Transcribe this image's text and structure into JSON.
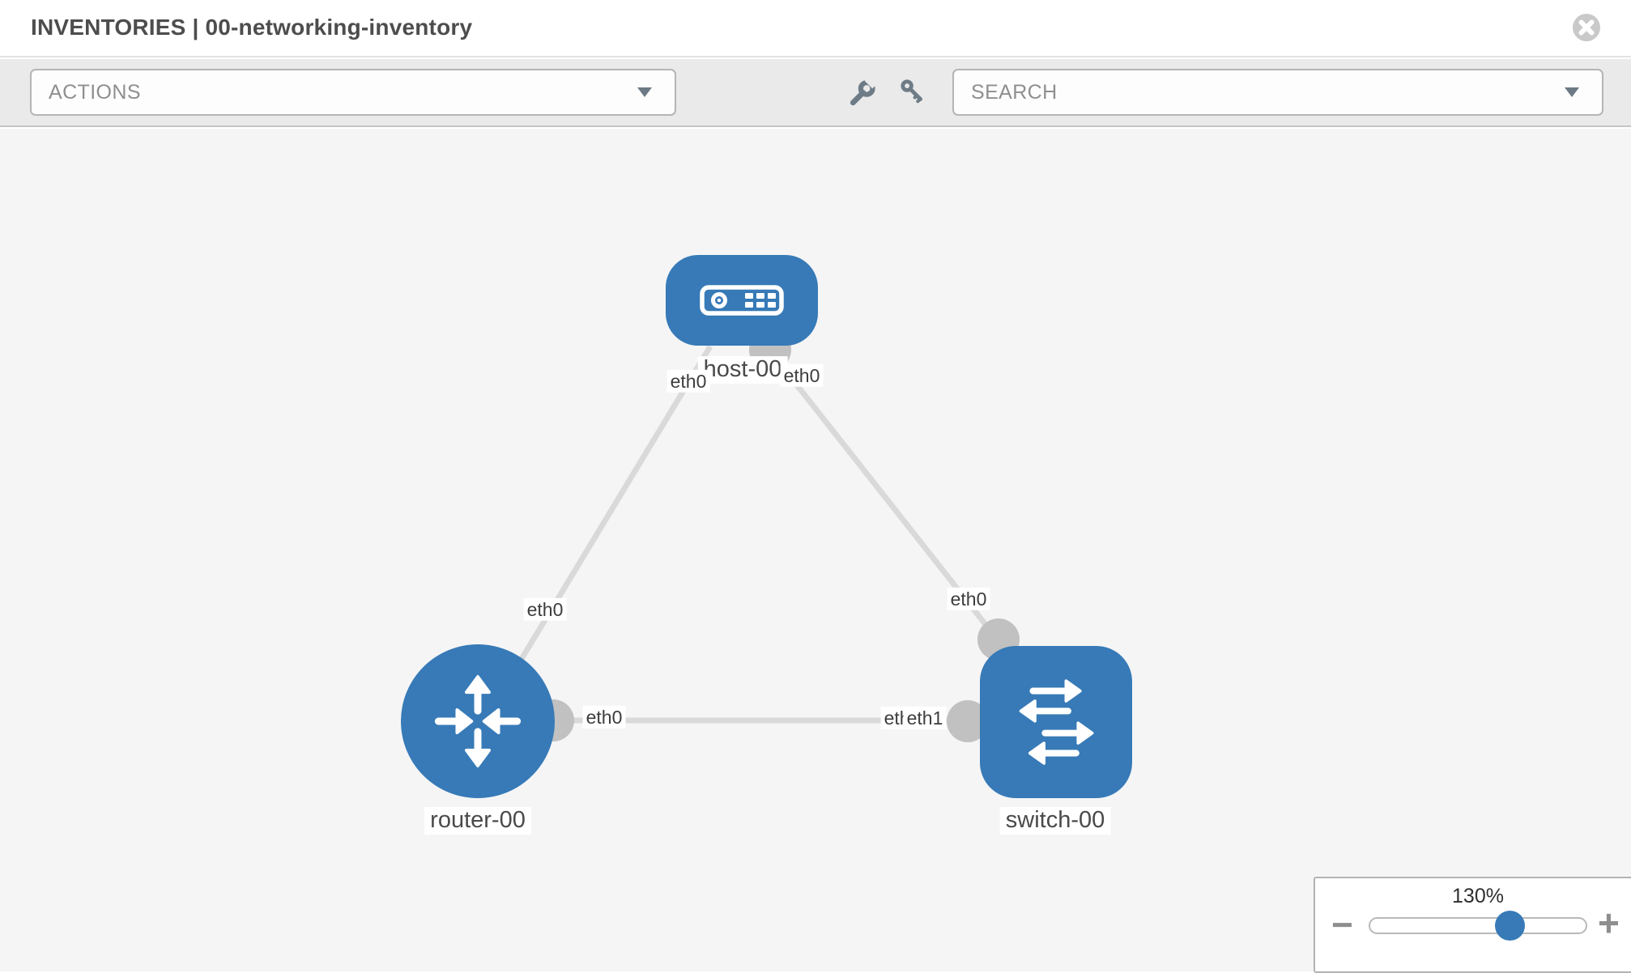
{
  "header": {
    "title": "INVENTORIES | 00-networking-inventory"
  },
  "toolbar": {
    "actions_label": "ACTIONS",
    "search_placeholder": "SEARCH"
  },
  "icons": {
    "close": "close-circle-x",
    "wrench": "wrench",
    "key": "key",
    "actions_caret": "caret-down",
    "search_caret": "caret-down",
    "zoom_out": "minus",
    "zoom_in": "plus"
  },
  "colors": {
    "node_blue": "#377ab7",
    "link_gray": "#d9d9d9",
    "port_gray": "#c1c1c1",
    "canvas_bg": "#f5f5f6",
    "toolbar_bg": "#eaeaea"
  },
  "topology": {
    "nodes": [
      {
        "label": "host-00",
        "type": "host"
      },
      {
        "label": "router-00",
        "type": "router"
      },
      {
        "label": "switch-00",
        "type": "switch"
      }
    ],
    "links": [
      {
        "from": "host-00",
        "to": "router-00"
      },
      {
        "from": "host-00",
        "to": "switch-00"
      },
      {
        "from": "router-00",
        "to": "switch-00"
      }
    ],
    "interfaces": [
      {
        "text": "eth0",
        "link": "host-00 - router-00",
        "end": "host-00"
      },
      {
        "text": "eth0",
        "link": "host-00 - switch-00",
        "end": "host-00"
      },
      {
        "text": "eth0",
        "link": "host-00 - router-00",
        "end": "router-00"
      },
      {
        "text": "eth0",
        "link": "host-00 - switch-00",
        "end": "switch-00"
      },
      {
        "text": "eth0",
        "link": "router-00 - switch-00",
        "end": "router-00"
      },
      {
        "text": "eth0",
        "link": "router-00 - switch-00",
        "end": "switch-00"
      },
      {
        "text": "eth1",
        "link": "router-00 - switch-00",
        "end": "switch-00"
      }
    ]
  },
  "zoom": {
    "level": "130%",
    "minus_label": "−",
    "plus_label": "+"
  }
}
